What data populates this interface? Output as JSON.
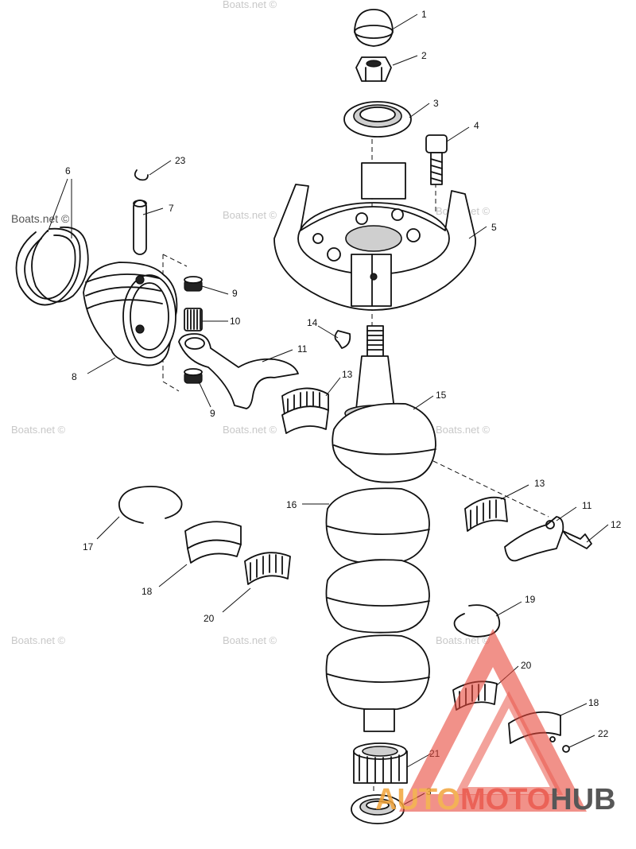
{
  "callouts": [
    "1",
    "2",
    "3",
    "4",
    "5",
    "6",
    "7",
    "8",
    "9",
    "10",
    "11",
    "13",
    "9",
    "14",
    "15",
    "16",
    "17",
    "18",
    "20",
    "13",
    "11",
    "12",
    "19",
    "20",
    "18",
    "22",
    "21",
    "3",
    "23"
  ],
  "watermark": "Boats.net ©",
  "watermark_main": "Boats.net ©",
  "logo": {
    "part1": "AUTO",
    "part2": "MOTO",
    "part3": "HUB",
    "color1": "#f2a43a",
    "color2": "#e8473a",
    "color3": "#3a3a3a"
  }
}
